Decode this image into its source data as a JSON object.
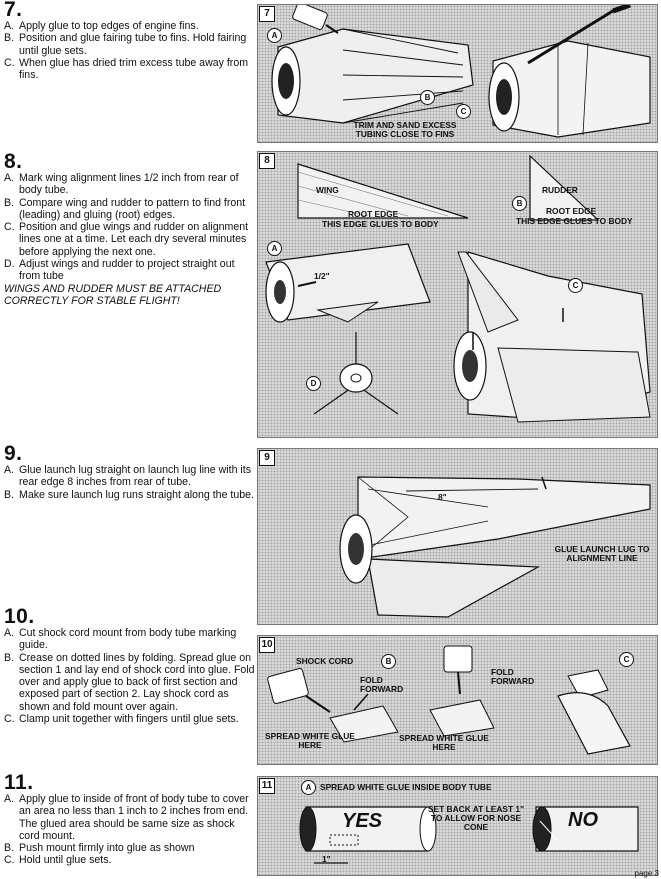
{
  "steps": [
    {
      "number": "7.",
      "items": [
        {
          "letter": "A.",
          "text": "Apply glue to top edges of engine fins."
        },
        {
          "letter": "B.",
          "text": "Position and glue fairing tube to fins. Hold fairing until glue sets."
        },
        {
          "letter": "C.",
          "text": "When glue has dried trim excess tube away from fins."
        }
      ]
    },
    {
      "number": "8.",
      "items": [
        {
          "letter": "A.",
          "text": "Mark wing alignment lines 1/2 inch from rear of body tube."
        },
        {
          "letter": "B.",
          "text": "Compare wing and rudder to pattern to find front (leading) and gluing (root) edges."
        },
        {
          "letter": "C.",
          "text": "Position and glue wings and rudder on alignment lines one at a time. Let each dry several minutes before applying the next one."
        },
        {
          "letter": "D.",
          "text": "Adjust wings and rudder to project straight out from tube"
        }
      ],
      "warning": "WINGS AND RUDDER MUST BE ATTACHED CORRECTLY FOR STABLE FLIGHT!"
    },
    {
      "number": "9.",
      "items": [
        {
          "letter": "A.",
          "text": "Glue launch lug straight on launch lug line with its rear edge 8 inches from rear of tube."
        },
        {
          "letter": "B.",
          "text": "Make sure launch lug runs straight along the tube."
        }
      ]
    },
    {
      "number": "10.",
      "items": [
        {
          "letter": "A.",
          "text": "Cut shock cord mount from body tube marking guide."
        },
        {
          "letter": "B.",
          "text": "Crease on dotted lines by folding. Spread glue on section 1 and lay end of shock cord into glue. Fold over and apply glue to back of first section and exposed part of section 2. Lay shock cord as shown and fold mount over again."
        },
        {
          "letter": "C.",
          "text": "Clamp unit together with fingers until glue sets."
        }
      ]
    },
    {
      "number": "11.",
      "items": [
        {
          "letter": "A.",
          "text": "Apply glue to inside of front of body tube to cover an area no less than 1 inch to 2 inches from end. The glued area should be same size as shock cord mount."
        },
        {
          "letter": "B.",
          "text": "Push mount firmly into glue as shown"
        },
        {
          "letter": "C.",
          "text": "Hold until glue sets."
        }
      ]
    }
  ],
  "panels": {
    "p7": {
      "num": "7",
      "a": "A",
      "b": "B",
      "c": "C",
      "note": "TRIM AND SAND EXCESS TUBING CLOSE TO FINS"
    },
    "p8": {
      "num": "8",
      "wing": "WING",
      "root_edge_1": "ROOT EDGE",
      "glue_body_1": "THIS EDGE GLUES TO BODY",
      "rudder": "RUDDER",
      "root_edge_2": "ROOT EDGE",
      "glue_body_2": "THIS EDGE GLUES TO BODY",
      "a": "A",
      "b": "B",
      "c": "C",
      "d": "D",
      "measure": "1/2\""
    },
    "p9": {
      "num": "9",
      "measure": "8\"",
      "note": "GLUE LAUNCH LUG TO ALIGNMENT LINE"
    },
    "p10": {
      "num": "10",
      "shock": "SHOCK CORD",
      "b": "B",
      "c": "C",
      "fold1": "FOLD FORWARD",
      "fold2": "FOLD FORWARD",
      "spread1": "SPREAD WHITE GLUE HERE",
      "spread2": "SPREAD WHITE GLUE HERE"
    },
    "p11": {
      "num": "11",
      "a": "A",
      "title": "SPREAD WHITE GLUE INSIDE BODY TUBE",
      "yes": "YES",
      "no": "NO",
      "setback": "SET BACK AT LEAST 1\" TO ALLOW FOR NOSE CONE",
      "measure": "1\""
    }
  },
  "footer": "page 3"
}
